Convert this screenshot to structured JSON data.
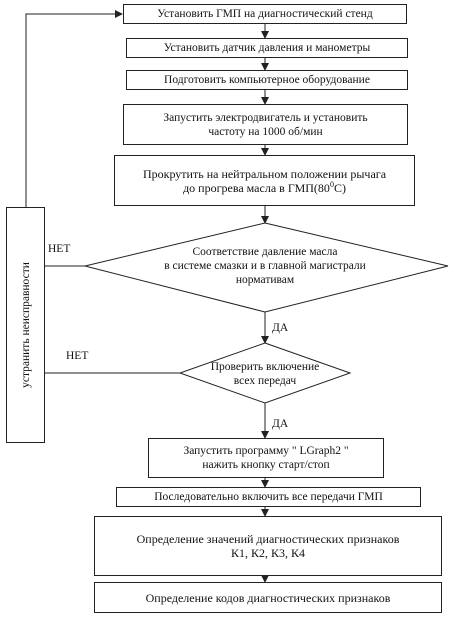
{
  "steps": {
    "s1": "Установить ГМП на диагностический стенд",
    "s2": "Установить датчик давления и манометры",
    "s3": "Подготовить компьютерное оборудование",
    "s4_l1": "Запустить электродвигатель и установить",
    "s4_l2": "частоту на 1000 об/мин",
    "s5_l1": "Прокрутить на нейтральном положении рычага",
    "s5_l2": "до прогрева масла в ГМП(80",
    "s5_sup": "0",
    "s5_end": "С)",
    "s6_l1": "Запустить программу \" LGraph2 \"",
    "s6_l2": "нажить кнопку старт/стоп",
    "s7": "Последовательно включить все передачи ГМП",
    "s8_l1": "Определение значений диагностических признаков",
    "s8_l2": "К1, К2, К3, К4",
    "s9": "Определение кодов диагностических признаков"
  },
  "decisions": {
    "d1_l1": "Соответствие давление масла",
    "d1_l2": "в системе смазки и в главной магистрали",
    "d1_l3": "нормативам",
    "d2_l1": "Проверить включение",
    "d2_l2": "всех передач"
  },
  "labels": {
    "no1": "НЕТ",
    "no2": "НЕТ",
    "yes1": "ДА",
    "yes2": "ДА"
  },
  "side_box": "устранить неисправности"
}
